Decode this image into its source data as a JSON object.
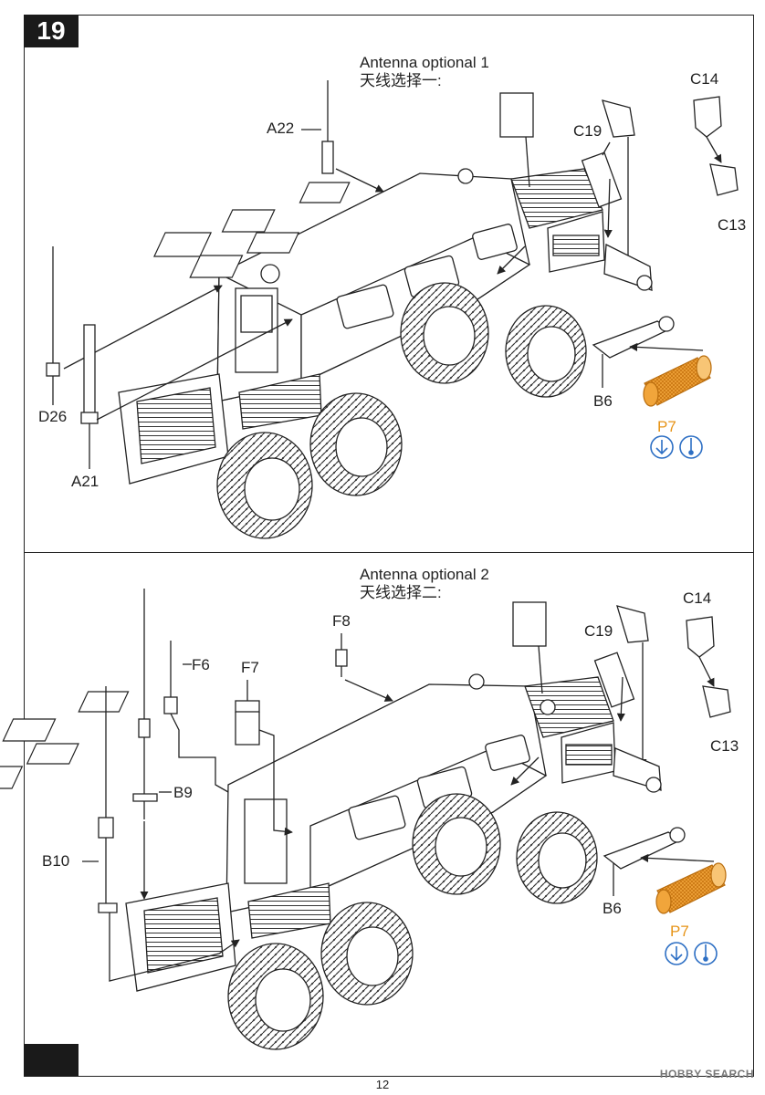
{
  "step_number": "19",
  "page_number": "12",
  "watermark": "HOBBY SEARCH",
  "panel_top": {
    "caption_en": "Antenna optional 1",
    "caption_cn": "天线选择一:",
    "labels": {
      "a22": "A22",
      "c19": "C19",
      "c14": "C14",
      "c13": "C13",
      "d26": "D26",
      "a21": "A21",
      "b6": "B6",
      "p7": "P7"
    }
  },
  "panel_bottom": {
    "caption_en": "Antenna optional 2",
    "caption_cn": "天线选择二:",
    "labels": {
      "f8": "F8",
      "f6": "F6",
      "f7": "F7",
      "c19": "C19",
      "c14": "C14",
      "c13": "C13",
      "b9": "B9",
      "b10": "B10",
      "b6": "B6",
      "p7": "P7"
    }
  },
  "colors": {
    "ink": "#222222",
    "accent_orange": "#e79418",
    "instruction_blue": "#2d6fc4"
  },
  "icons": [
    "gear-hatch-orange-part",
    "arrow-down-circle-icon",
    "pin-circle-icon"
  ]
}
